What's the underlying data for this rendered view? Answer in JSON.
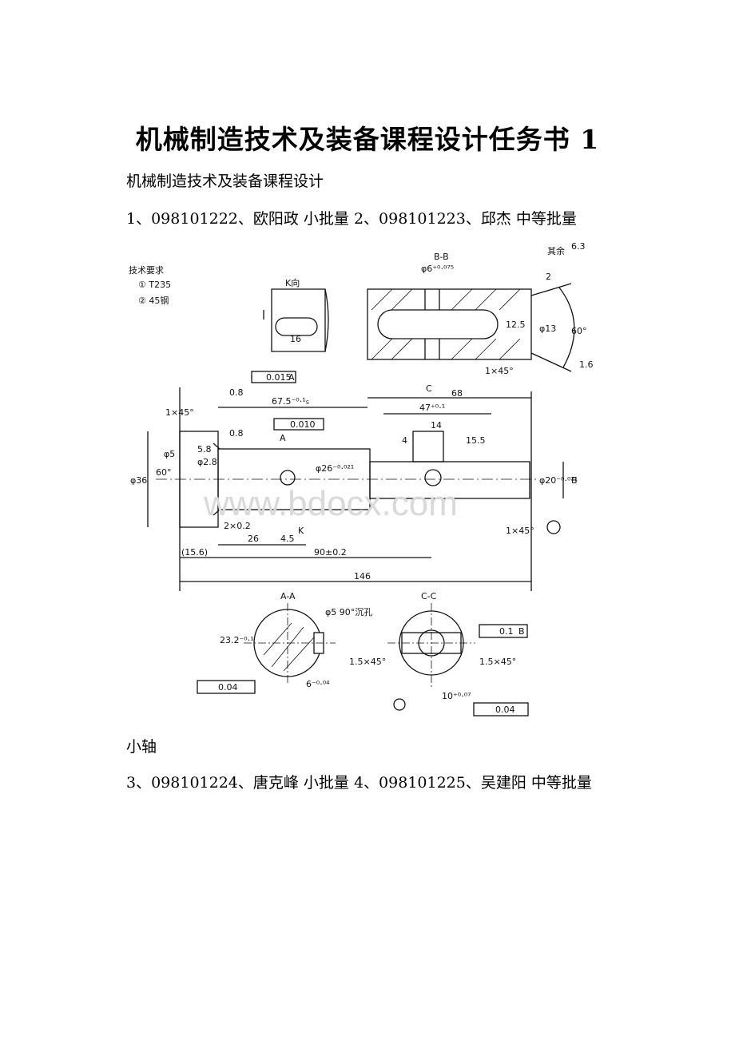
{
  "document": {
    "title": "机械制造技术及装备课程设计任务书 1",
    "subtitle": "机械制造技术及装备课程设计",
    "line1": "1、098101222、欧阳政 小批量 2、098101223、邱杰 中等批量",
    "caption": "小轴",
    "line2": "3、098101224、唐克峰 小批量 4、098101225、吴建阳 中等批量"
  },
  "drawing": {
    "tech_title": "技术要求",
    "tech_1": "① T235",
    "tech_2": "② 45钢",
    "k_view": "K向",
    "k_dim": "16",
    "bb_label": "B-B",
    "bb_dia": "φ6⁺⁰·⁰⁷⁵",
    "bb_r": "12.5",
    "bb_d13": "φ13",
    "bb_chamfer": "1×45°",
    "bb_angle": "60°",
    "bb_two": "2",
    "bb_small": "1.6",
    "rest_label": "其余",
    "rest_ra": "6.3",
    "tol_top": "0.015",
    "datum_a": "A",
    "ra_08a": "0.8",
    "ra_08b": "0.8",
    "tol_mid": "0.010",
    "chamfer_left": "1×45°",
    "d675": "67.5⁻⁰·¹₅",
    "c_label": "C",
    "d68": "68",
    "d47": "47⁺⁰·¹",
    "d14": "14",
    "d4": "4",
    "d155": "15.5",
    "d58": "5.8",
    "dphi5": "φ5",
    "dphi28": "φ2.8",
    "d60": "60°",
    "d36": "φ36",
    "a_arrow": "A",
    "d26dia": "φ26⁻⁰·⁰²¹",
    "d20dia": "φ20⁻⁰·⁰²¹",
    "b_side": "B",
    "d2x02": "2×0.2",
    "d26": "26",
    "d45": "4.5",
    "k_label": "K",
    "chamfer_right": "1×45°",
    "d156": "(15.6)",
    "d90": "90±0.2",
    "d146": "146",
    "aa_label": "A-A",
    "aa_note": "φ5 90°沉孔",
    "aa_dim": "23.2⁻⁰·¹",
    "aa_tol": "0.04",
    "aa_key": "6⁻⁰·⁰⁴",
    "cc_label": "C-C",
    "cc_perp": "0.1",
    "cc_datum": "B",
    "cc_ch1": "1.5×45°",
    "cc_ch2": "1.5×45°",
    "cc_slot": "10⁺⁰·⁰⁷",
    "cc_tol": "0.04",
    "watermark": "www.bdocx.com"
  }
}
